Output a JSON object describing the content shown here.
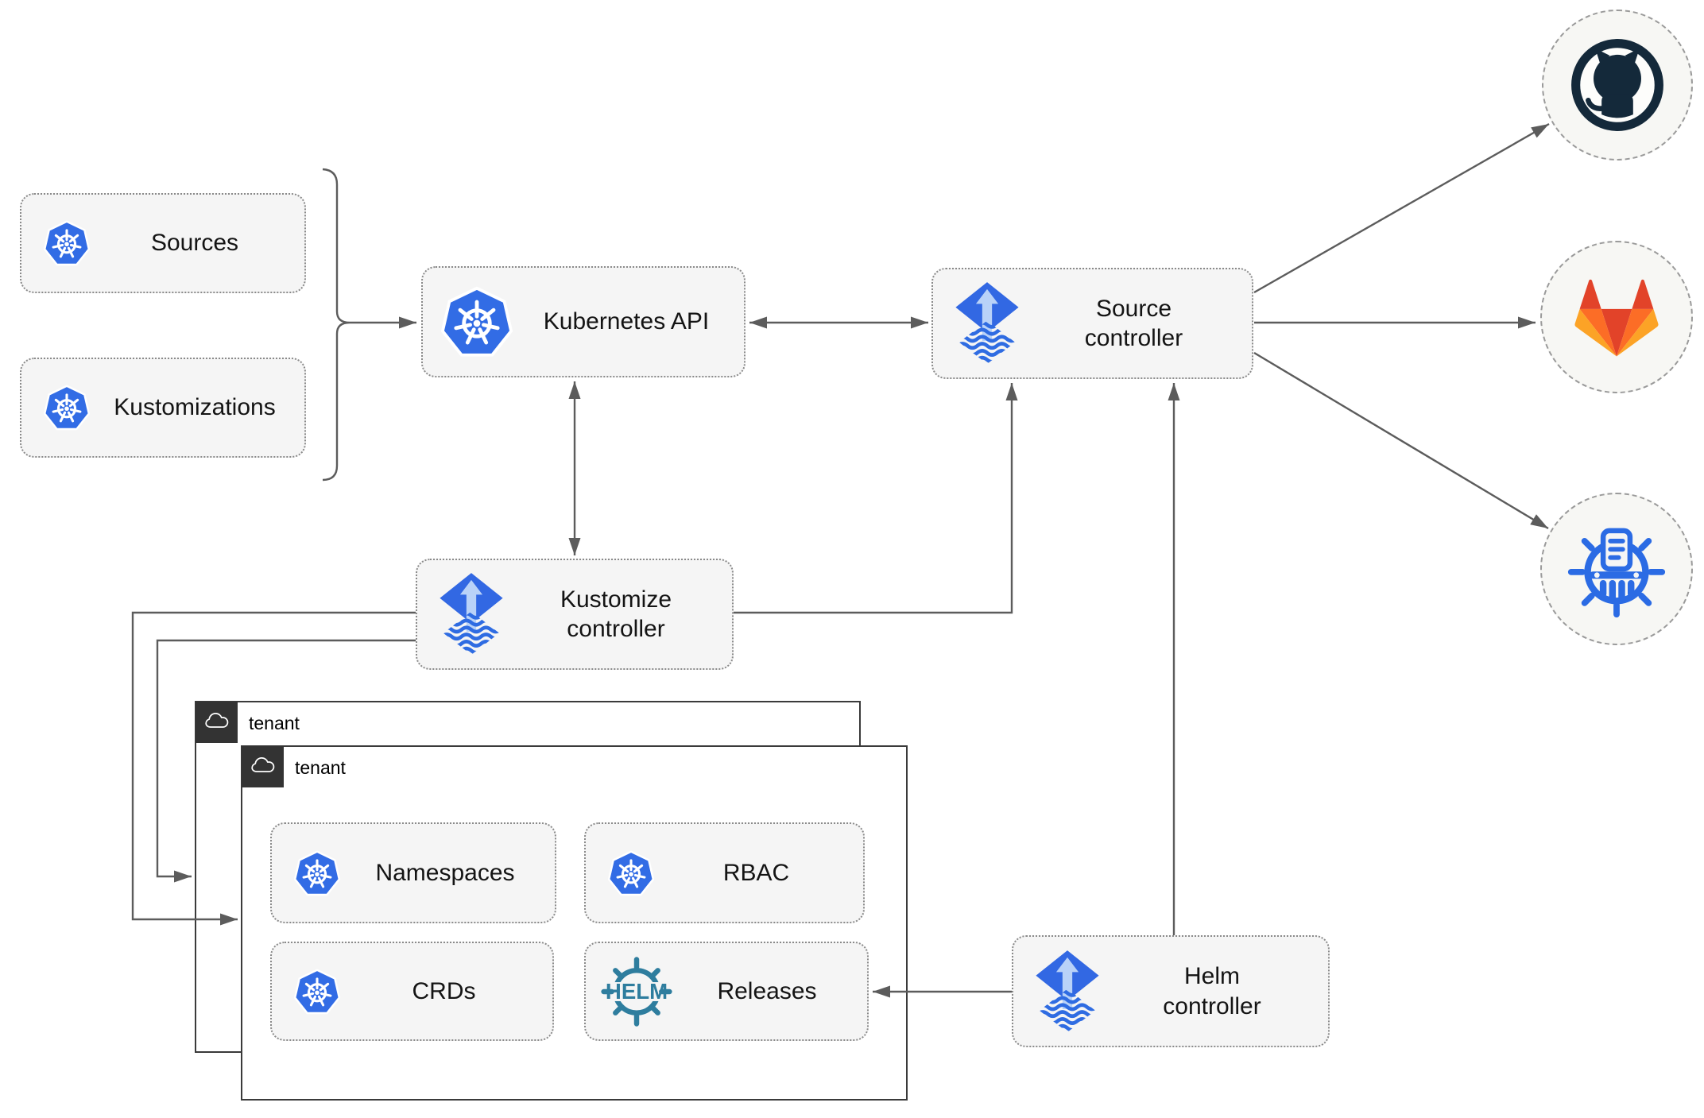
{
  "nodes": {
    "sources": {
      "label": "Sources",
      "icon": "kubernetes"
    },
    "kustomizations": {
      "label": "Kustomizations",
      "icon": "kubernetes"
    },
    "kubernetes_api": {
      "label": "Kubernetes API",
      "icon": "kubernetes"
    },
    "source_controller": {
      "label": "Source\ncontroller",
      "icon": "flux"
    },
    "kustomize_controller": {
      "label": "Kustomize\ncontroller",
      "icon": "flux"
    },
    "helm_controller": {
      "label": "Helm\ncontroller",
      "icon": "flux"
    },
    "tenant_outer": {
      "label": "tenant",
      "icon": "cloud"
    },
    "tenant_inner": {
      "label": "tenant",
      "icon": "cloud"
    },
    "namespaces": {
      "label": "Namespaces",
      "icon": "kubernetes"
    },
    "rbac": {
      "label": "RBAC",
      "icon": "kubernetes"
    },
    "crds": {
      "label": "CRDs",
      "icon": "kubernetes"
    },
    "releases": {
      "label": "Releases",
      "icon": "helm"
    },
    "github": {
      "icon": "github-logo"
    },
    "gitlab": {
      "icon": "gitlab-logo"
    },
    "chartmuseum": {
      "icon": "chartmuseum-logo"
    }
  },
  "helm_logo_text": "HELM",
  "edges": [
    {
      "from": "sources-and-kustomizations",
      "to": "kubernetes-api",
      "arrows": "end"
    },
    {
      "from": "kubernetes-api",
      "to": "source-controller",
      "arrows": "both"
    },
    {
      "from": "kubernetes-api",
      "to": "kustomize-controller",
      "arrows": "both"
    },
    {
      "from": "kustomize-controller",
      "to": "source-controller",
      "arrows": "end"
    },
    {
      "from": "kustomize-controller",
      "to": "tenant-outer",
      "arrows": "end"
    },
    {
      "from": "kustomize-controller",
      "to": "tenant-inner",
      "arrows": "end"
    },
    {
      "from": "helm-controller",
      "to": "source-controller",
      "arrows": "end"
    },
    {
      "from": "helm-controller",
      "to": "releases",
      "arrows": "end"
    },
    {
      "from": "source-controller",
      "to": "github",
      "arrows": "end"
    },
    {
      "from": "source-controller",
      "to": "gitlab",
      "arrows": "end"
    },
    {
      "from": "source-controller",
      "to": "chartmuseum",
      "arrows": "end"
    }
  ],
  "colors": {
    "kubernetes_blue": "#326ce5",
    "flux_blue": "#3268e3",
    "flux_arrow_light": "#b9d2f8",
    "helm_teal": "#2e7d9e",
    "github_dark": "#14293a",
    "gitlab_red": "#e24329",
    "gitlab_orange": "#fc6d26",
    "gitlab_yellow": "#fca326",
    "chartmuseum_blue": "#2b6be4",
    "connector_gray": "#5c5c5c",
    "node_fill": "#f5f5f5",
    "tenant_header_dark": "#333333"
  }
}
